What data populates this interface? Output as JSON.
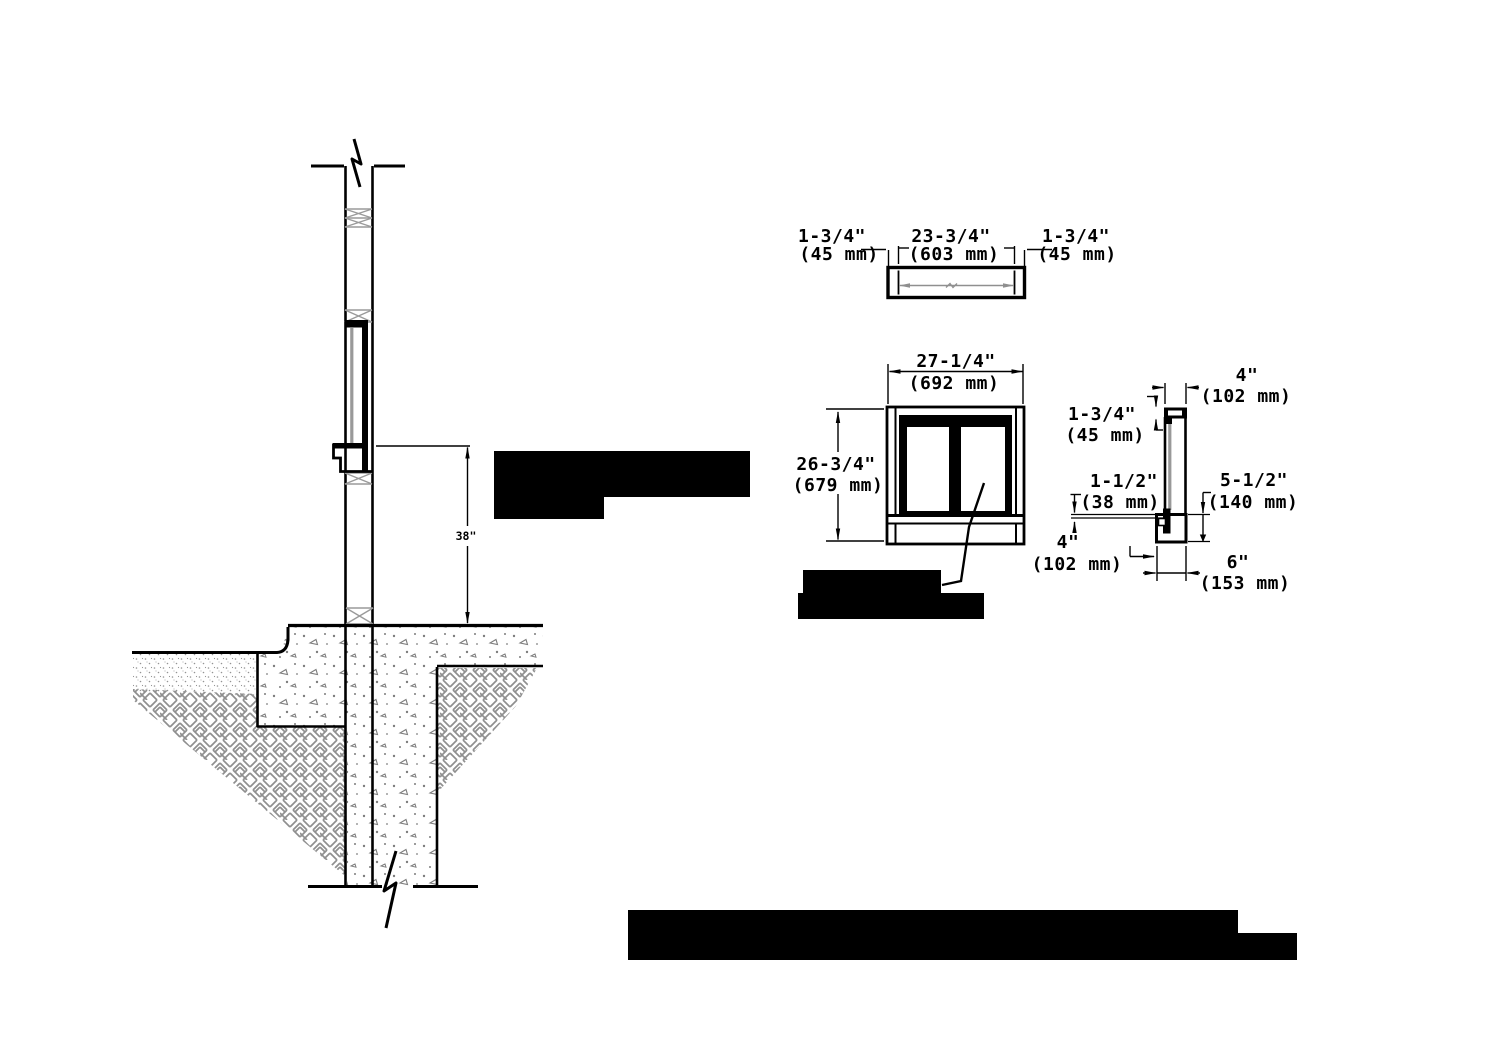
{
  "drawing": {
    "section_view": {
      "mounting_height_in": "38\""
    },
    "top_view": {
      "left_in": "1-3/4\"",
      "left_mm": "(45 mm)",
      "width_in": "23-3/4\"",
      "width_mm": "(603 mm)",
      "right_in": "1-3/4\"",
      "right_mm": "(45 mm)"
    },
    "front_view": {
      "width_in": "27-1/4\"",
      "width_mm": "(692 mm)",
      "height_in": "26-3/4\"",
      "height_mm": "(679 mm)"
    },
    "side_view": {
      "depth_in": "4\"",
      "depth_mm": "(102 mm)",
      "top_frame_in": "1-3/4\"",
      "top_frame_mm": "(45 mm)",
      "lip_in": "1-1/2\"",
      "lip_mm": "(38 mm)",
      "shelf_height_in": "5-1/2\"",
      "shelf_height_mm": "(140 mm)",
      "shelf_offset_in": "4\"",
      "shelf_offset_mm": "(102 mm)",
      "shelf_depth_in": "6\"",
      "shelf_depth_mm": "(153 mm)"
    },
    "colors": {
      "line": "#000000",
      "hatch": "#8f8f8f",
      "mirror": "#999999",
      "redaction": "#000000"
    }
  }
}
